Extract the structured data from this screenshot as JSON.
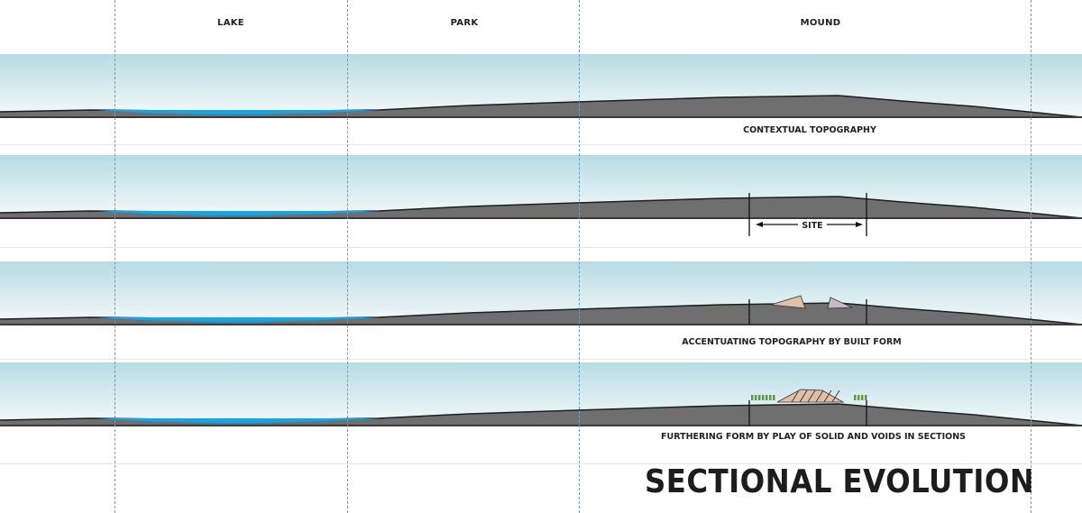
{
  "zones": [
    {
      "label": "LAKE"
    },
    {
      "label": "PARK"
    },
    {
      "label": "MOUND"
    }
  ],
  "sections": [
    {
      "caption": "CONTEXTUAL TOPOGRAPHY",
      "stage": "contextual"
    },
    {
      "caption": "",
      "stage": "site",
      "annotation": "SITE"
    },
    {
      "caption": "ACCENTUATING TOPOGRAPHY BY BUILT FORM",
      "stage": "built-form"
    },
    {
      "caption": "FURTHERING FORM BY PLAY OF SOLID AND VOIDS IN SECTIONS",
      "stage": "solid-voids"
    }
  ],
  "title": "SECTIONAL EVOLUTION",
  "colors": {
    "sky_top": "#b8dbe3",
    "sky_bottom": "#f4fafb",
    "ground": "#6f6f6f",
    "water": "#1aa3e0",
    "guide": "#6e9bc0",
    "built_form_a": "#e2c0a8",
    "built_form_b": "#c9b8c6",
    "trees": "#5a9e3a"
  }
}
